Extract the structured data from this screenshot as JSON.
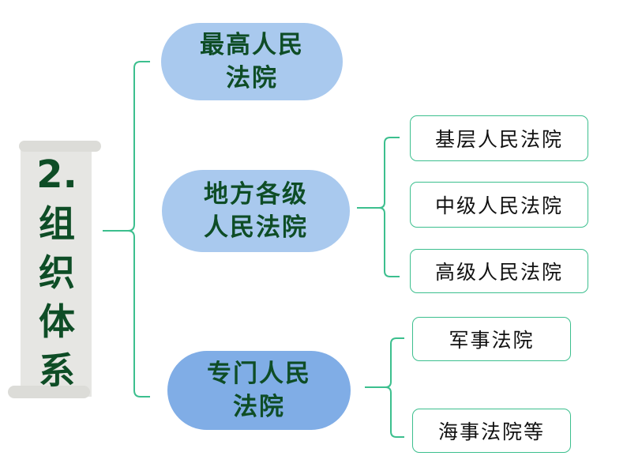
{
  "root": {
    "number": "2.",
    "chars": [
      "组",
      "织",
      "体",
      "系"
    ]
  },
  "nodes": {
    "supreme": {
      "line1": "最高人民",
      "line2": "法院"
    },
    "local": {
      "line1": "地方各级",
      "line2": "人民法院"
    },
    "special": {
      "line1": "专门人民",
      "line2": "法院"
    }
  },
  "local_children": [
    "基层人民法院",
    "中级人民法院",
    "高级人民法院"
  ],
  "special_children": [
    "军事法院",
    "海事法院等"
  ],
  "colors": {
    "connector": "#3cbf8e",
    "node_light": "#a9c9ee",
    "node_dark": "#80ade6",
    "text_green": "#0e4d26"
  }
}
